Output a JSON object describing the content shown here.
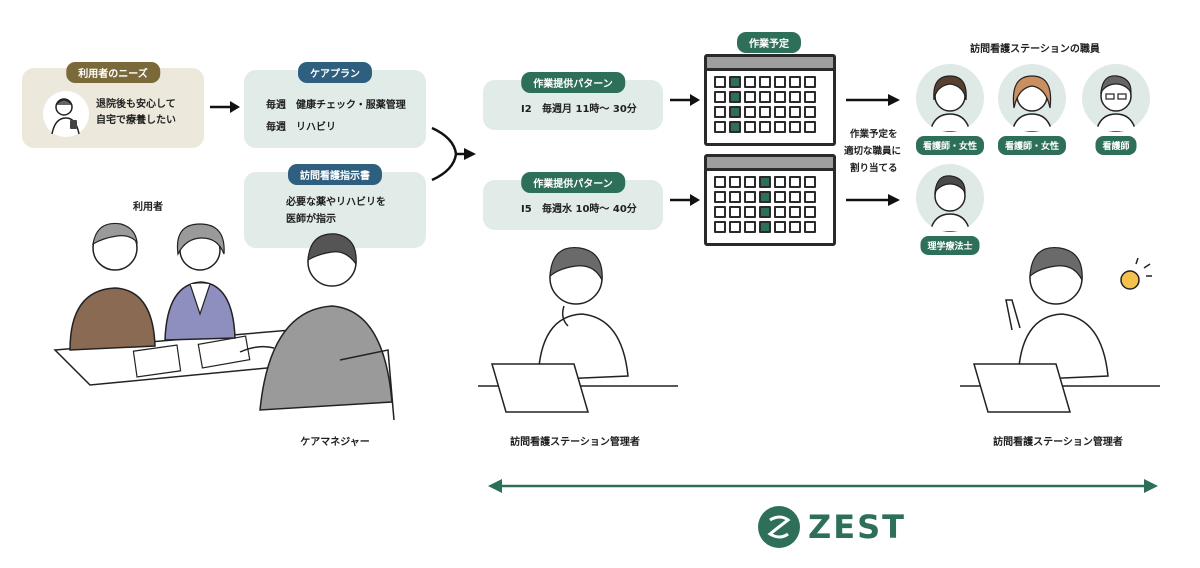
{
  "needs": {
    "title": "利用者のニーズ",
    "line1": "退院後も安心して",
    "line2": "自宅で療養したい"
  },
  "careplan": {
    "title": "ケアプラン",
    "row1_freq": "毎週",
    "row1_item": "健康チェック・服薬管理",
    "row2_freq": "毎週",
    "row2_item": "リハビリ"
  },
  "instruction": {
    "title": "訪問看護指示書",
    "line1": "必要な薬やリハビリを",
    "line2": "医師が指示"
  },
  "pattern1": {
    "title": "作業提供パターン",
    "code": "I2",
    "text": "毎週月 11時〜 30分"
  },
  "pattern2": {
    "title": "作業提供パターン",
    "code": "I5",
    "text": "毎週水 10時〜 40分"
  },
  "schedule": {
    "title": "作業予定"
  },
  "assign": {
    "line1": "作業予定を",
    "line2": "適切な職員に",
    "line3": "割り当てる"
  },
  "staff": {
    "title": "訪問看護ステーションの職員",
    "members": [
      {
        "role": "看護師・女性",
        "icon": "female-nurse-avatar-icon"
      },
      {
        "role": "看護師・女性",
        "icon": "female-nurse-avatar-icon"
      },
      {
        "role": "看護師",
        "icon": "male-nurse-avatar-icon"
      },
      {
        "role": "理学療法士",
        "icon": "physical-therapist-avatar-icon"
      }
    ]
  },
  "people": {
    "user_label": "利用者",
    "caremanager_label": "ケアマネジャー",
    "station_manager_label": "訪問看護ステーション管理者",
    "station_manager_label_2": "訪問看護ステーション管理者"
  },
  "brand": {
    "name": "ZEST",
    "color": "#2e6f5a"
  }
}
